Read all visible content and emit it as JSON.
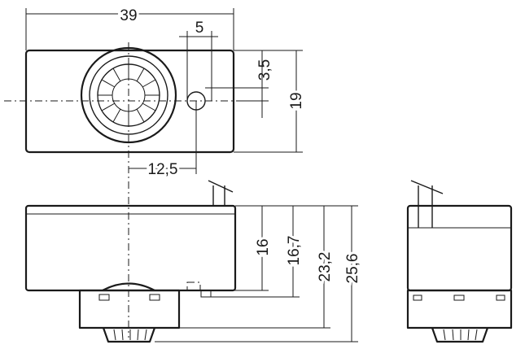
{
  "dimensions": {
    "total_width": "39",
    "offset_5": "5",
    "offset_3_5": "3,5",
    "height_19": "19",
    "offset_12_5": "12,5",
    "height_16": "16",
    "height_16_7": "16,7",
    "height_23_2": "23,2",
    "height_25_6": "25,6"
  }
}
